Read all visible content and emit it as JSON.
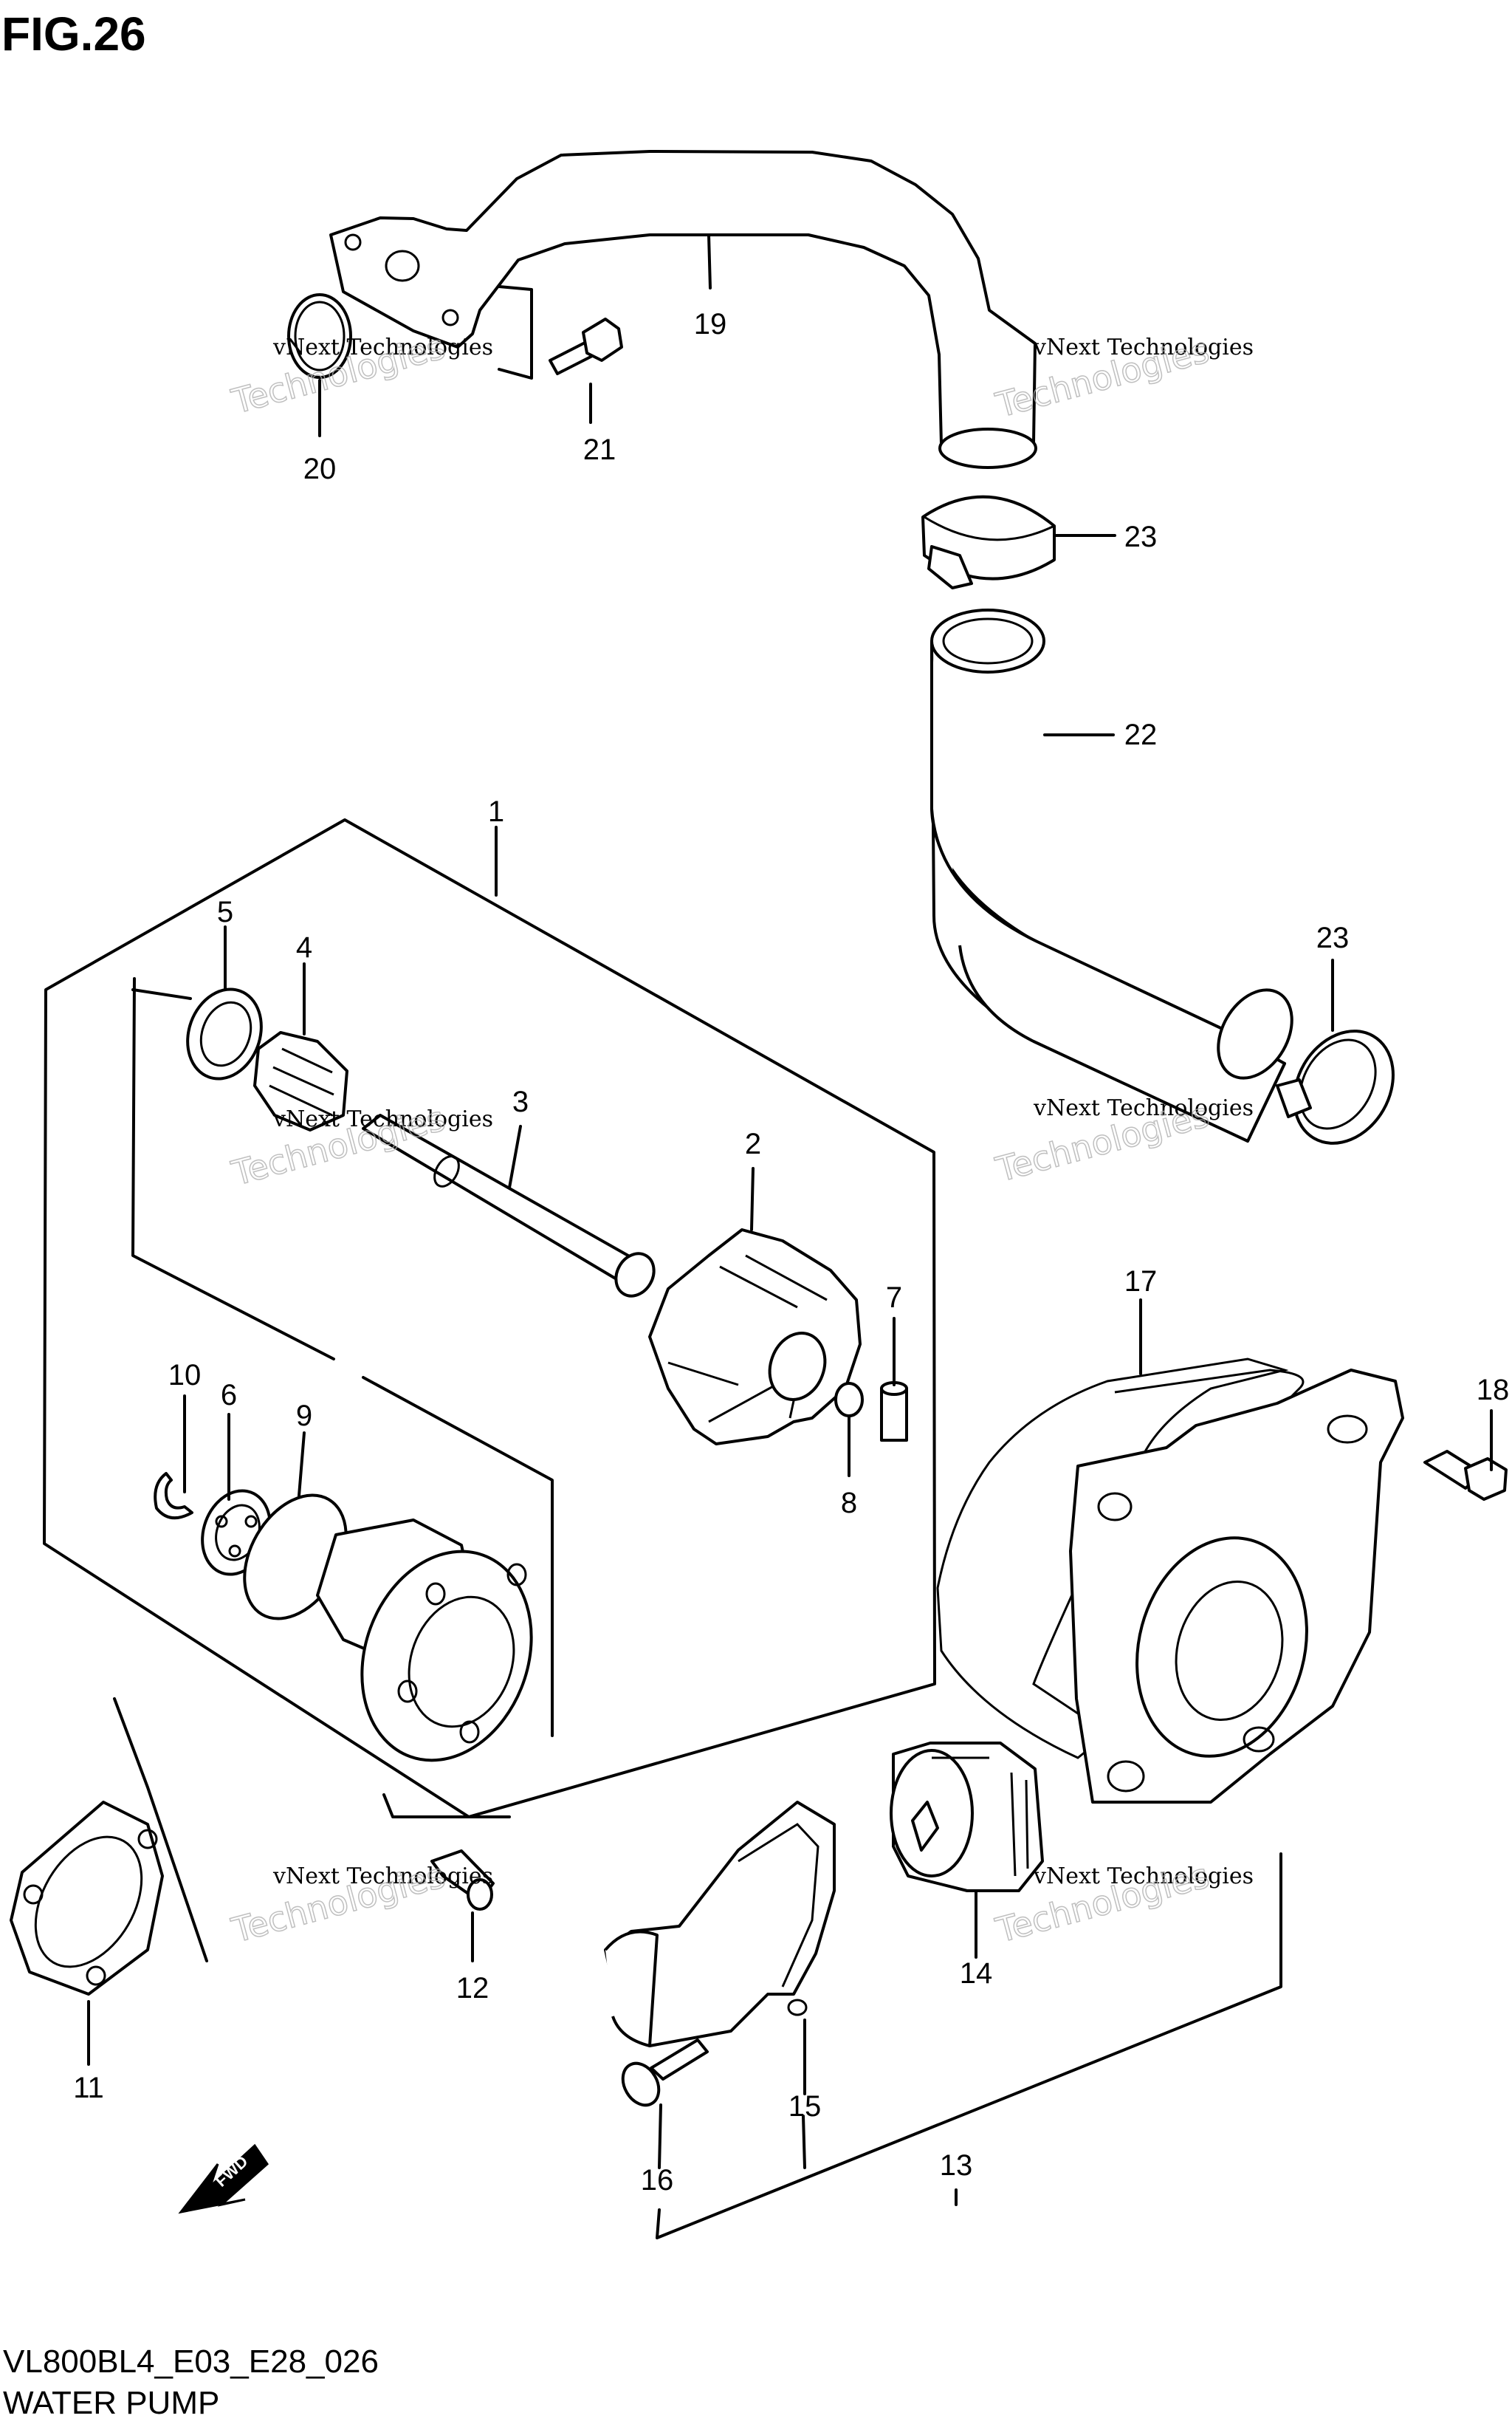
{
  "figure": {
    "title": "FIG.26",
    "drawing_code": "VL800BL4_E03_E28_026",
    "caption": "WATER PUMP"
  },
  "watermark": {
    "line1": "vNext Technologies",
    "line2": "Technologies"
  },
  "direction_marker": "FWD",
  "callouts": [
    "1",
    "2",
    "3",
    "4",
    "5",
    "6",
    "7",
    "8",
    "9",
    "10",
    "11",
    "12",
    "13",
    "14",
    "15",
    "16",
    "17",
    "18",
    "19",
    "20",
    "21",
    "22",
    "23",
    "23"
  ]
}
